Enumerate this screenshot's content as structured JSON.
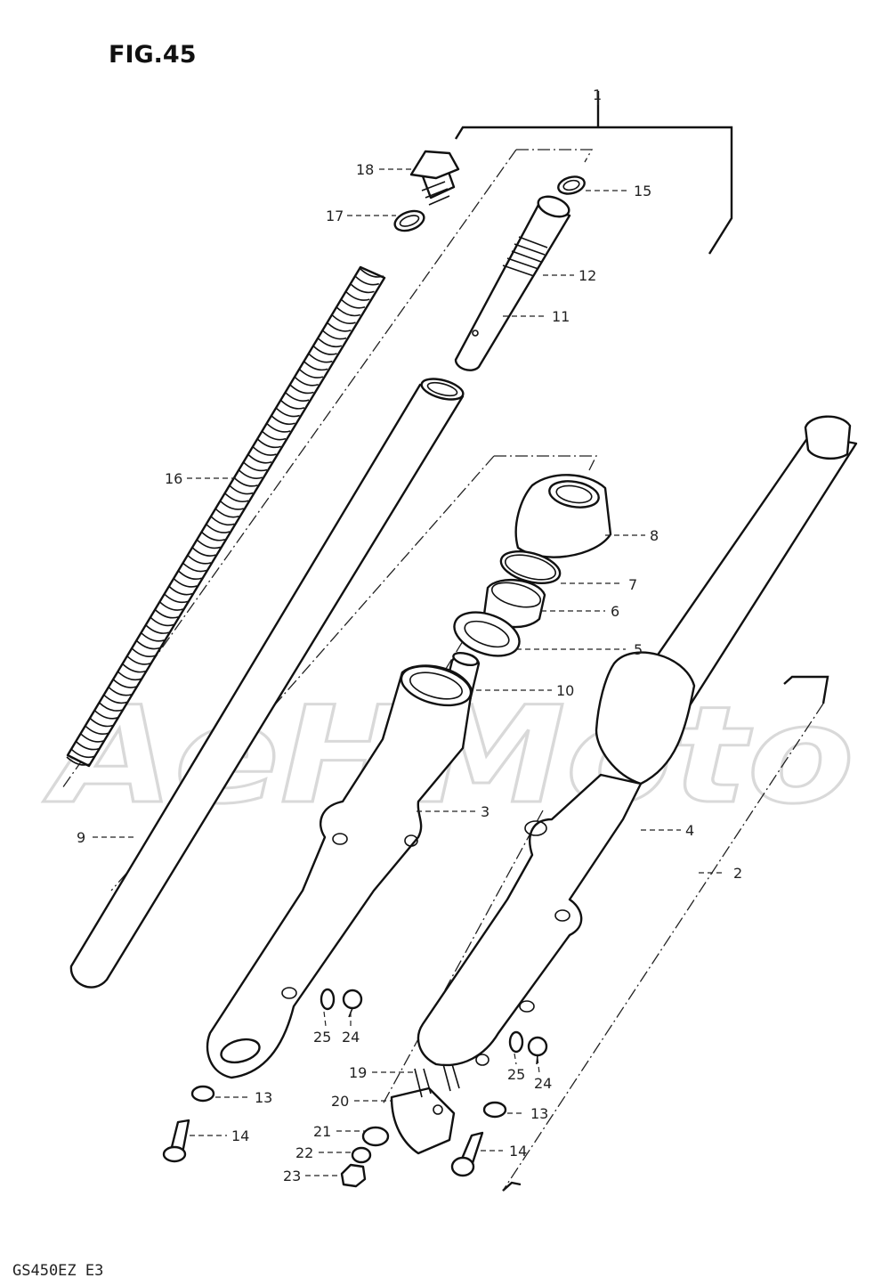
{
  "figure": {
    "title": "FIG.45",
    "model_code": "GS450EZ  E3",
    "watermark": "AeHMoto"
  },
  "callouts": [
    {
      "id": "c1",
      "label": "1"
    },
    {
      "id": "c2",
      "label": "2"
    },
    {
      "id": "c3",
      "label": "3"
    },
    {
      "id": "c4",
      "label": "4"
    },
    {
      "id": "c5",
      "label": "5"
    },
    {
      "id": "c6",
      "label": "6"
    },
    {
      "id": "c7",
      "label": "7"
    },
    {
      "id": "c8",
      "label": "8"
    },
    {
      "id": "c9",
      "label": "9"
    },
    {
      "id": "c10",
      "label": "10"
    },
    {
      "id": "c11",
      "label": "11"
    },
    {
      "id": "c12",
      "label": "12"
    },
    {
      "id": "c13a",
      "label": "13"
    },
    {
      "id": "c13b",
      "label": "13"
    },
    {
      "id": "c14a",
      "label": "14"
    },
    {
      "id": "c14b",
      "label": "14"
    },
    {
      "id": "c15",
      "label": "15"
    },
    {
      "id": "c16",
      "label": "16"
    },
    {
      "id": "c17",
      "label": "17"
    },
    {
      "id": "c18",
      "label": "18"
    },
    {
      "id": "c19",
      "label": "19"
    },
    {
      "id": "c20",
      "label": "20"
    },
    {
      "id": "c21",
      "label": "21"
    },
    {
      "id": "c22",
      "label": "22"
    },
    {
      "id": "c23",
      "label": "23"
    },
    {
      "id": "c24a",
      "label": "24"
    },
    {
      "id": "c24b",
      "label": "24"
    },
    {
      "id": "c25a",
      "label": "25"
    },
    {
      "id": "c25b",
      "label": "25"
    }
  ]
}
